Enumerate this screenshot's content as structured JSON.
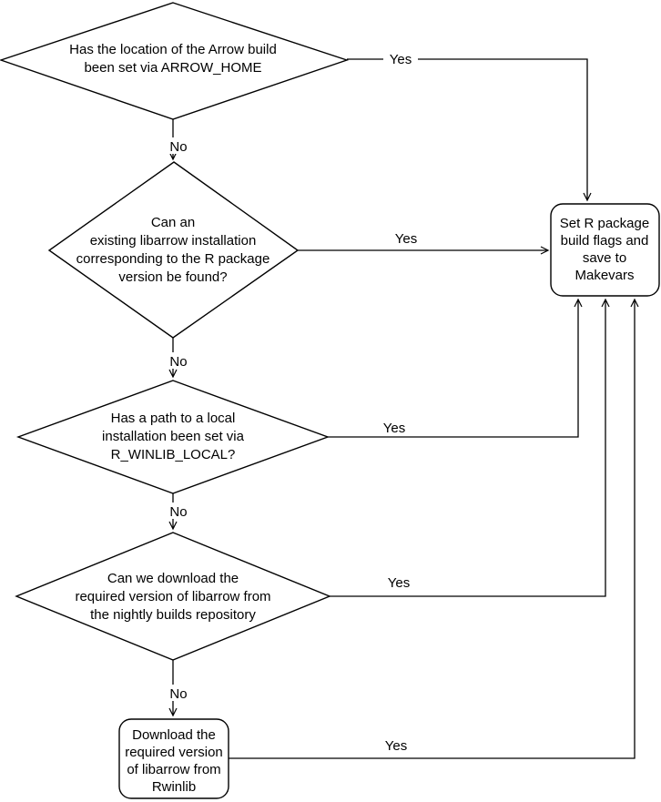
{
  "diagram": {
    "background": "#ffffff",
    "line_color": "#000000",
    "link_color": "#2222CC",
    "nodes": {
      "arrow_home_decision": {
        "type": "decision",
        "line1": "Has the location of the Arrow build",
        "line2_text": "been set via ",
        "line2_link": "ARROW_HOME"
      },
      "existing_libarrow_decision": {
        "type": "decision",
        "line1": "Can an",
        "line2": "existing libarrow installation",
        "line3": "corresponding to the R package",
        "line4": "version be found?"
      },
      "rwinlib_local_decision": {
        "type": "decision",
        "line1": "Has a path to a local",
        "line2": "installation been set via",
        "line3_link": "R_WINLIB_LOCAL",
        "line3_suffix": "?"
      },
      "nightly_download_decision": {
        "type": "decision",
        "line1": "Can we download the",
        "line2": "required version of libarrow from",
        "line3": "the nightly builds repository"
      },
      "download_rwinlib_process": {
        "type": "process",
        "line1": "Download the",
        "line2": "required version",
        "line3": "of libarrow from",
        "line4": "Rwinlib"
      },
      "set_build_flags_process": {
        "type": "process",
        "line1": "Set R package",
        "line2": "build flags and",
        "line3": "save to",
        "line4": "Makevars"
      }
    },
    "edges": {
      "yes1": "Yes",
      "yes2": "Yes",
      "yes3": "Yes",
      "yes4": "Yes",
      "yes5": "Yes",
      "no1": "No",
      "no2": "No",
      "no3": "No",
      "no4": "No"
    }
  }
}
